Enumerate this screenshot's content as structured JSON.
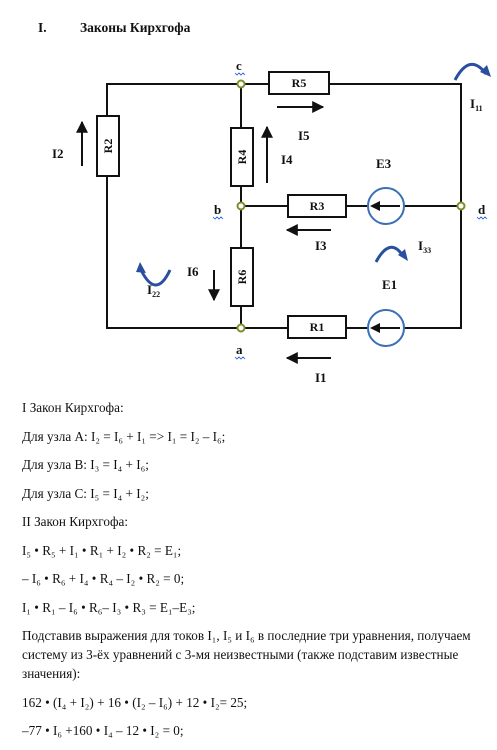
{
  "heading": {
    "number": "I.",
    "title": "Законы Кирхгофа"
  },
  "circuit": {
    "nodes": {
      "a": "a",
      "b": "b",
      "c": "c",
      "d": "d"
    },
    "resistors": {
      "r1": "R1",
      "r2": "R2",
      "r3": "R3",
      "r4": "R4",
      "r5": "R5",
      "r6": "R6"
    },
    "sources": {
      "e1": "E1",
      "e3": "E3"
    },
    "currents": {
      "i1": "I1",
      "i2": "I2",
      "i3": "I3",
      "i4": "I4",
      "i5": "I5",
      "i6": "I6"
    },
    "loops": {
      "l11_main": "I",
      "l11_sub": "11",
      "l22_main": "I",
      "l22_sub": "22",
      "l33_main": "I",
      "l33_sub": "33"
    }
  },
  "text": {
    "law1_title": "I Закон Кирхгофа:",
    "node_a": "Для узла A: I₂ = I₆ + I₁ => I₁ = I₂ – I₆;",
    "node_b": "Для узла B: I₃ = I₄ + I₆;",
    "node_c": "Для узла C: I₅ = I₄ + I₂;",
    "law2_title": "II Закон Кирхгофа:",
    "eq1": "I₅ • R₅ + I₁ • R₁ + I₂ • R₂ = E₁;",
    "eq2": "– I₆ • R₆ + I₄ • R₄ – I₂ • R₂ = 0;",
    "eq3": "I₁ • R₁ – I₆ • R₆– I₃ • R₃ = E₁–E₃;",
    "substitution": "Подставив выражения для токов I₁, I₅ и I₆ в последние три уравнения, получаем систему из 3-ёх уравнений с 3-мя неизвестными (также подставим известные значения):",
    "sys1": "162 • (I₄ + I₂) + 16 • (I₂ – I₆) + 12 • I₂= 25;",
    "sys2": "–77 • I₆ +160 • I₄ – 12 • I₂ = 0;"
  }
}
